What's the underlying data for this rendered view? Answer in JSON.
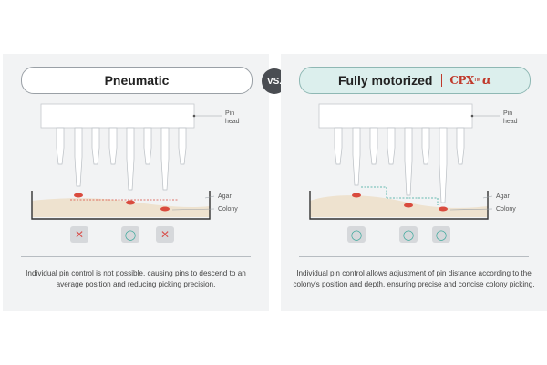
{
  "left_panel": {
    "title": "Pneumatic",
    "labels": {
      "pin_head": [
        "Pin",
        "head"
      ],
      "agar": "Agar",
      "colony": "Colony"
    },
    "results": [
      "✕",
      "◯",
      "✕"
    ],
    "caption": "Individual pin control is not possible, causing pins to descend to an average position and reducing picking precision."
  },
  "vs_label": "VS.",
  "right_panel": {
    "title": "Fully motorized",
    "brand": {
      "logo": "CPX",
      "tm": "TM",
      "alpha": "α"
    },
    "labels": {
      "pin_head": [
        "Pin",
        "head"
      ],
      "agar": "Agar",
      "colony": "Colony"
    },
    "results": [
      "◯",
      "◯",
      "◯"
    ],
    "caption": "Individual pin control allows adjustment of pin distance according to the colony's position and depth, ensuring precise and concise colony picking."
  },
  "colors": {
    "fail": "#d9534f",
    "success": "#3aa89b",
    "agar": "#eee2cf",
    "colony": "#d94b3e",
    "panel": "#f2f3f4"
  }
}
